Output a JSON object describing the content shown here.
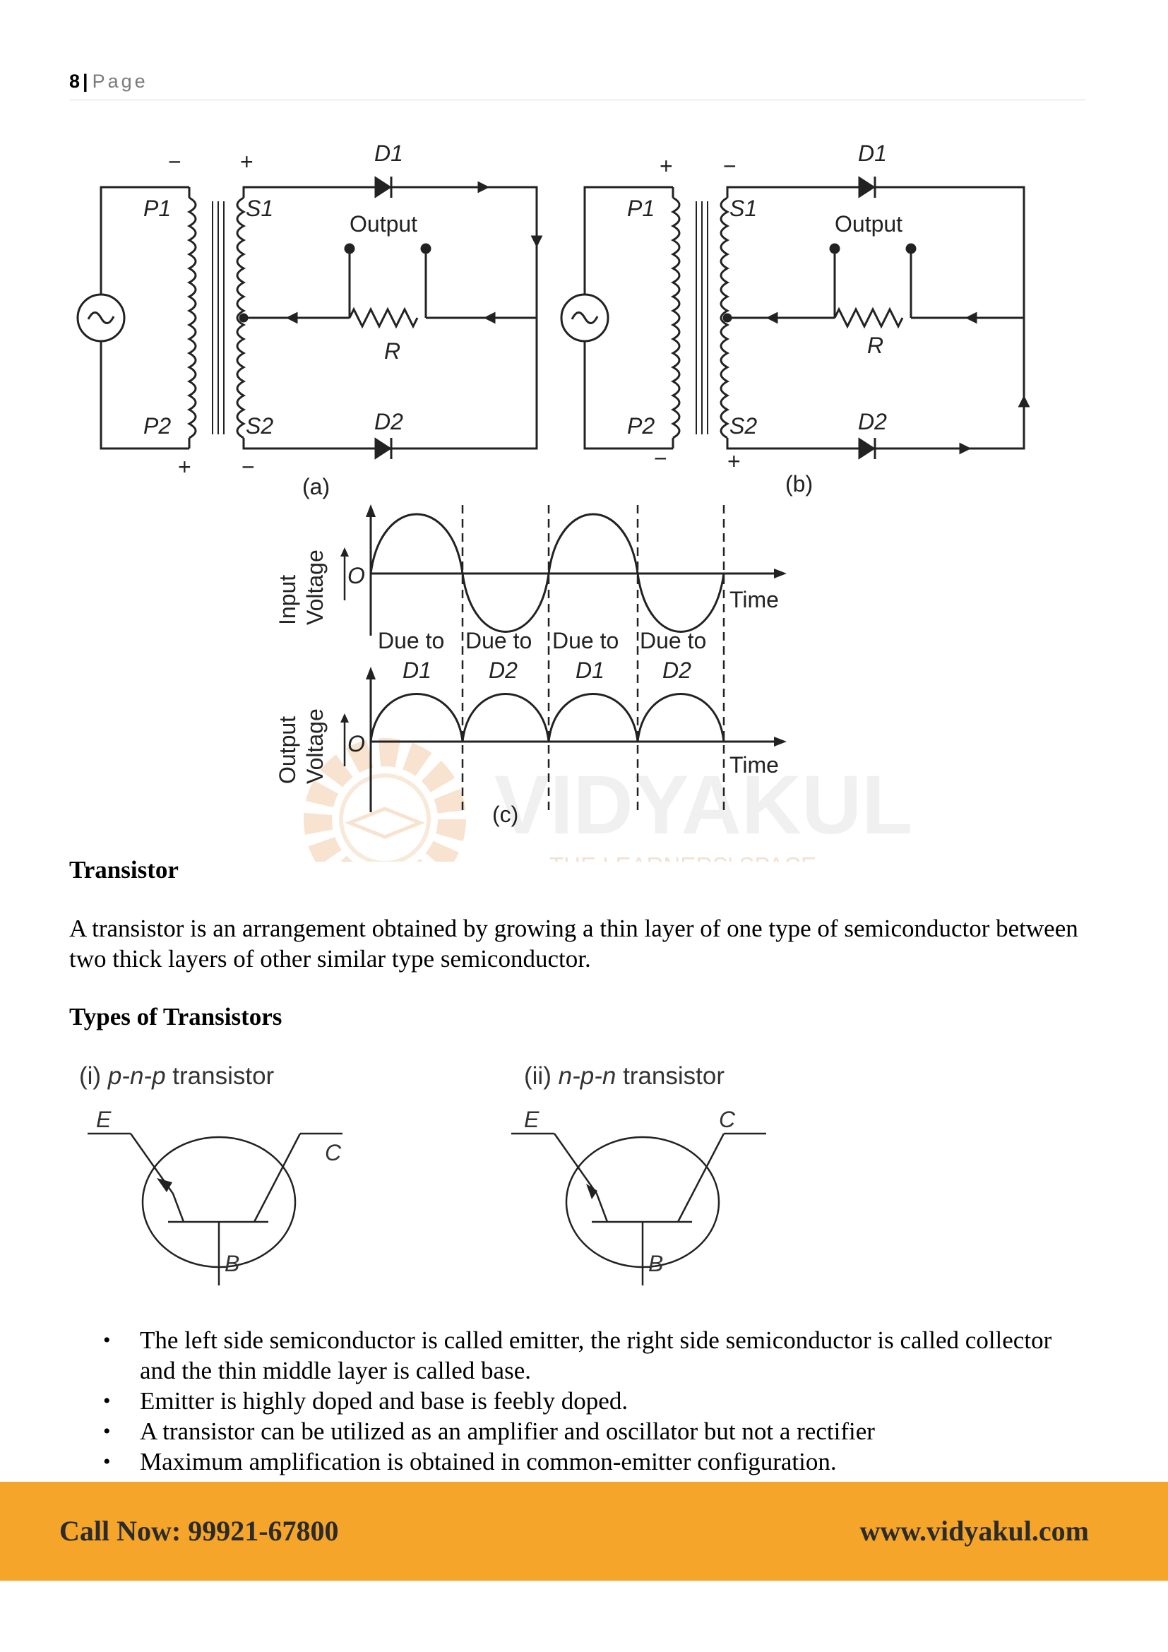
{
  "header": {
    "page_number": "8",
    "separator": "|",
    "page_word": "Page"
  },
  "figure": {
    "circuit_a": {
      "primary_top": "P1",
      "primary_bottom": "P2",
      "secondary_top": "S1",
      "secondary_bottom": "S2",
      "diode_top": "D1",
      "diode_bottom": "D2",
      "output": "Output",
      "resistor": "R",
      "sign_tl": "−",
      "sign_tr": "+",
      "sign_bl": "+",
      "sign_br": "−",
      "caption": "(a)"
    },
    "circuit_b": {
      "primary_top": "P1",
      "primary_bottom": "P2",
      "secondary_top": "S1",
      "secondary_bottom": "S2",
      "diode_top": "D1",
      "diode_bottom": "D2",
      "output": "Output",
      "resistor": "R",
      "sign_tl": "+",
      "sign_tr": "−",
      "sign_bl": "−",
      "sign_br": "+",
      "caption": "(b)"
    },
    "waveform": {
      "input_label_1": "Input",
      "input_label_2": "Voltage",
      "output_label_1": "Output",
      "output_label_2": "Voltage",
      "origin": "O",
      "time": "Time",
      "due_to": [
        "Due to",
        "Due to",
        "Due to",
        "Due to"
      ],
      "diodes": [
        "D1",
        "D2",
        "D1",
        "D2"
      ],
      "caption": "(c)"
    }
  },
  "watermark": {
    "brand": "VIDYAKUL",
    "tagline": "THE LEARNERS' SPACE"
  },
  "sections": {
    "transistor_heading": "Transistor",
    "transistor_text": "A transistor is an arrangement obtained by growing a thin layer of one type of semiconductor between two thick layers of other similar type semiconductor.",
    "types_heading": "Types of Transistors"
  },
  "transistors": {
    "pnp": {
      "prefix": "(i)",
      "type": "p-n-p",
      "word": "transistor",
      "emitter": "E",
      "collector": "C",
      "base": "B"
    },
    "npn": {
      "prefix": "(ii)",
      "type": "n-p-n",
      "word": "transistor",
      "emitter": "E",
      "collector": "C",
      "base": "B"
    }
  },
  "bullets": [
    "The left side semiconductor is called emitter, the right side semiconductor is called collector and the thin middle layer is called base.",
    "Emitter is highly doped and base is feebly doped.",
    "A transistor can be utilized as an amplifier and oscillator but not a rectifier",
    "Maximum amplification is obtained in common-emitter configuration."
  ],
  "footer": {
    "call": "Call Now: 99921-67800",
    "website": "www.vidyakul.com"
  },
  "colors": {
    "footer_bg": "#f5a52a",
    "watermark": "#f0c9a0"
  }
}
